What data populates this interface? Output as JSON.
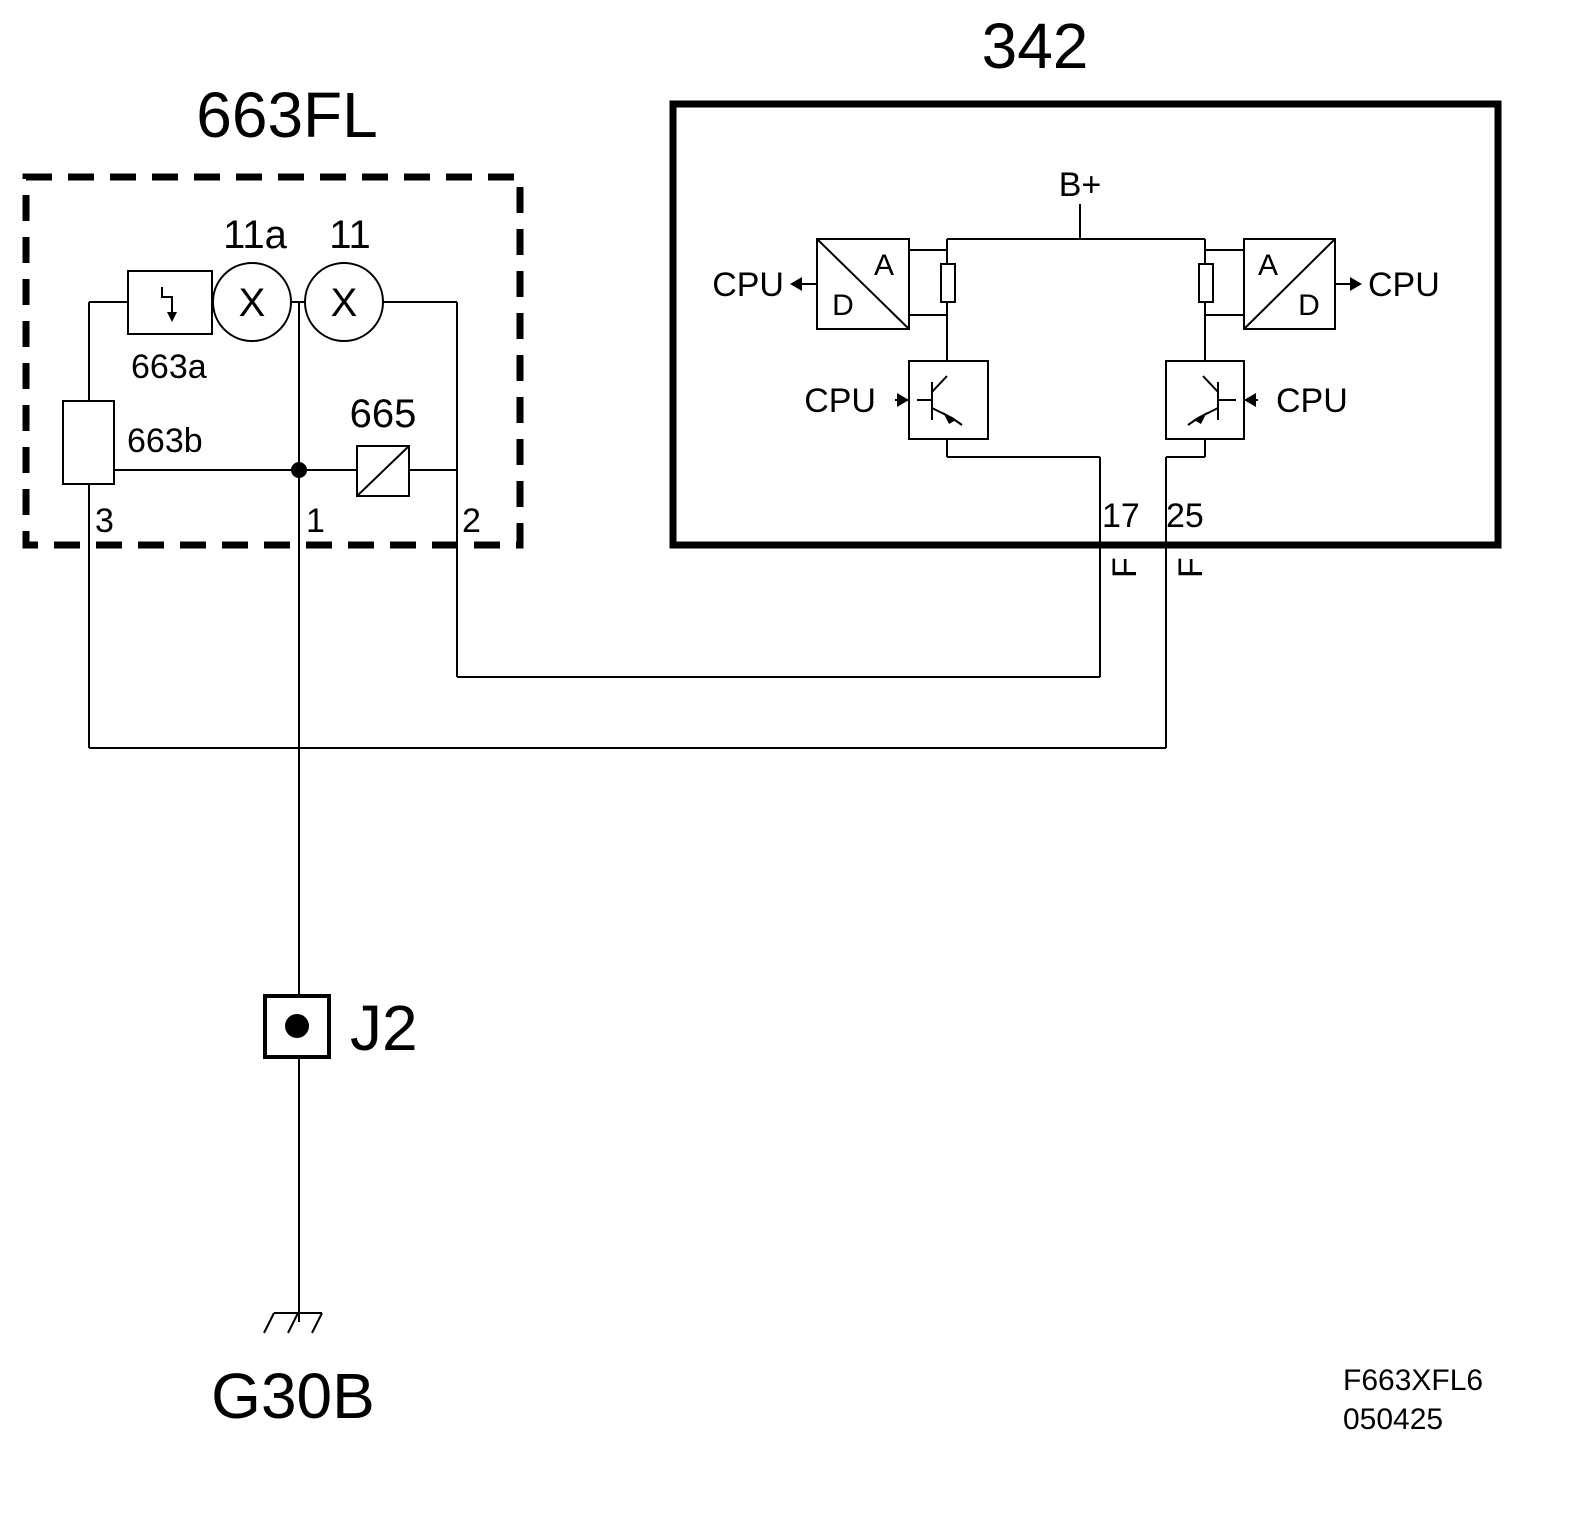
{
  "diagram": {
    "module_342": {
      "title": "342",
      "supply_label": "B+",
      "left_cpu_out": "CPU",
      "right_cpu_out": "CPU",
      "left_cpu_in": "CPU",
      "right_cpu_in": "CPU",
      "adc_left": {
        "a": "A",
        "d": "D"
      },
      "adc_right": {
        "a": "A",
        "d": "D"
      },
      "pin_17": "17",
      "pin_25": "25",
      "connector_17": "F",
      "connector_25": "F"
    },
    "module_663fl": {
      "title": "663FL",
      "lamp_11a": "11a",
      "lamp_11": "11",
      "lamp_symbol": "X",
      "component_663a": "663a",
      "component_663b": "663b",
      "component_665": "665",
      "pin_3": "3",
      "pin_1": "1",
      "pin_2": "2"
    },
    "junction": "J2",
    "ground": "G30B",
    "reference": {
      "code": "F663XFL6",
      "date": "050425"
    }
  }
}
